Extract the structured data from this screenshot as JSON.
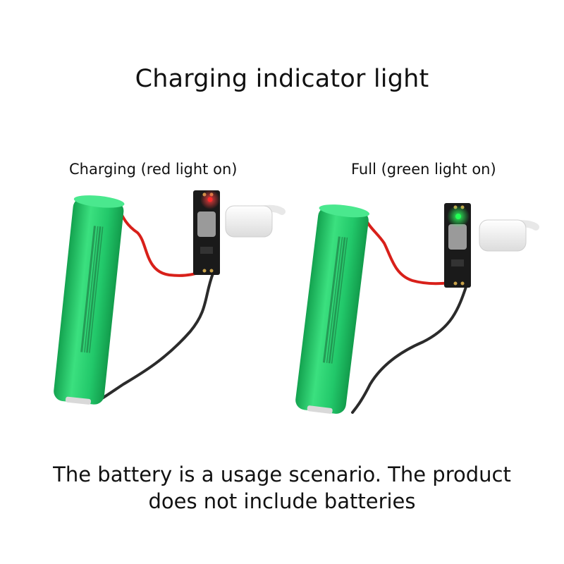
{
  "title": "Charging indicator light",
  "scenes": [
    {
      "caption": "Charging (red light on)",
      "indicator_color": "#ff2a2a"
    },
    {
      "caption": "Full (green light on)",
      "indicator_color": "#22ff55"
    }
  ],
  "footer": "The battery is a usage scenario. The product does not include batteries",
  "colors": {
    "battery_green": "#1fc266",
    "red_wire": "#d8201a",
    "black_wire": "#2b2b2b",
    "pcb": "#1a1a1a"
  }
}
